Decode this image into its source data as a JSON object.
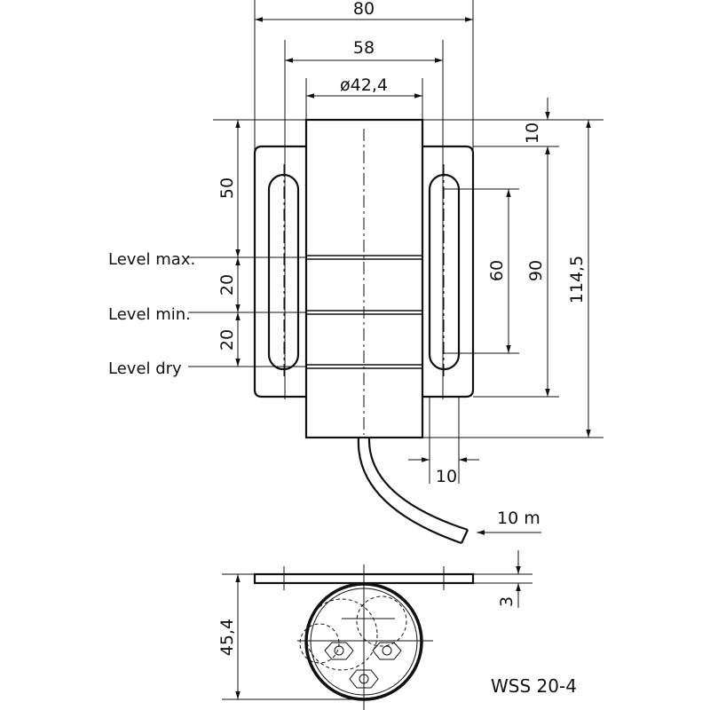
{
  "dimensions": {
    "width_overall": "80",
    "width_slots": "58",
    "diameter": "ø42,4",
    "top_offset": "10",
    "slot_to_max": "50",
    "max_to_min": "20",
    "min_to_dry": "20",
    "slot_length": "60",
    "plate_height": "90",
    "total_height": "114,5",
    "slot_width": "10",
    "cable_length": "10 m",
    "plate_thickness": "3",
    "depth": "45,4"
  },
  "levels": {
    "max": "Level max.",
    "min": "Level min.",
    "dry": "Level dry"
  },
  "model": "WSS 20-4"
}
